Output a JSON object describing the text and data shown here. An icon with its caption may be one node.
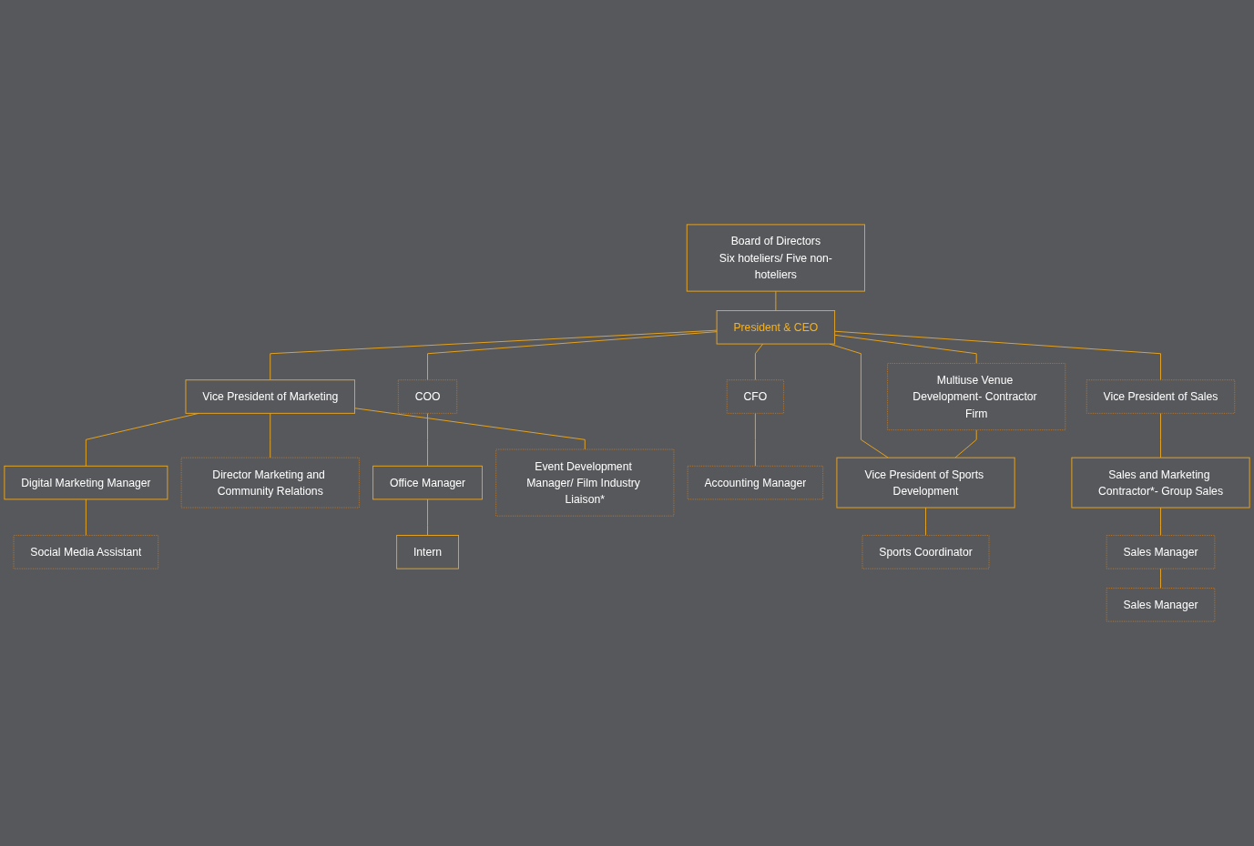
{
  "diagram": {
    "nodes": [
      {
        "text": [
          "Board of Directors",
          "Six hoteliers/ Five non-hoteliers"
        ]
      },
      {
        "text": [
          "President & CEO"
        ]
      },
      {
        "text": [
          "Multiuse Venue Development- Contractor Firm"
        ]
      },
      {
        "text": [
          "Vice President of Marketing"
        ]
      },
      {
        "text": [
          "CFO"
        ]
      },
      {
        "text": [
          "COO"
        ]
      },
      {
        "text": [
          "Vice President of Sports Development"
        ]
      },
      {
        "text": [
          "Vice President of Sales"
        ]
      },
      {
        "text": [
          "Director Marketing and Community Relations"
        ]
      },
      {
        "text": [
          "Digital Marketing Manager"
        ]
      },
      {
        "text": [
          "Social Media Assistant"
        ]
      },
      {
        "text": [
          "Event Development Manager/ Film Industry Liaison*"
        ]
      },
      {
        "text": [
          "Accounting Manager"
        ]
      },
      {
        "text": [
          "Office Manager"
        ]
      },
      {
        "text": [
          "Intern"
        ]
      },
      {
        "text": [
          "Sports Coordinator"
        ]
      },
      {
        "text": [
          "Sales and Marketing Contractor*- Group Sales"
        ]
      },
      {
        "text": [
          "Sales Manager"
        ]
      },
      {
        "text": [
          "Sales Manager"
        ]
      }
    ],
    "edges": [
      {
        "from": 0,
        "to": 1,
        "arrow": "none"
      },
      {
        "from": 1,
        "to": 2,
        "arrow": "none"
      },
      {
        "from": 1,
        "to": 3,
        "arrow": "none"
      },
      {
        "from": 1,
        "to": 4,
        "arrow": "none"
      },
      {
        "from": 1,
        "to": 5,
        "arrow": "none"
      },
      {
        "from": 1,
        "to": 6,
        "arrow": "none"
      },
      {
        "from": 1,
        "to": 7,
        "arrow": "none"
      },
      {
        "from": 2,
        "to": 6,
        "arrow": "none"
      },
      {
        "from": 3,
        "to": 8,
        "arrow": "none"
      },
      {
        "from": 3,
        "to": 9,
        "arrow": "none"
      },
      {
        "from": 3,
        "to": 11,
        "arrow": "none"
      },
      {
        "from": 9,
        "to": 10,
        "arrow": "none"
      },
      {
        "from": 4,
        "to": 12,
        "arrow": "none"
      },
      {
        "from": 5,
        "to": 13,
        "arrow": "none"
      },
      {
        "from": 13,
        "to": 14,
        "arrow": "none"
      },
      {
        "from": 6,
        "to": 15,
        "arrow": "none"
      },
      {
        "from": 7,
        "to": 16,
        "arrow": "none"
      },
      {
        "from": 16,
        "to": 17,
        "arrow": "none"
      },
      {
        "from": 17,
        "to": 18,
        "arrow": "none"
      }
    ]
  }
}
